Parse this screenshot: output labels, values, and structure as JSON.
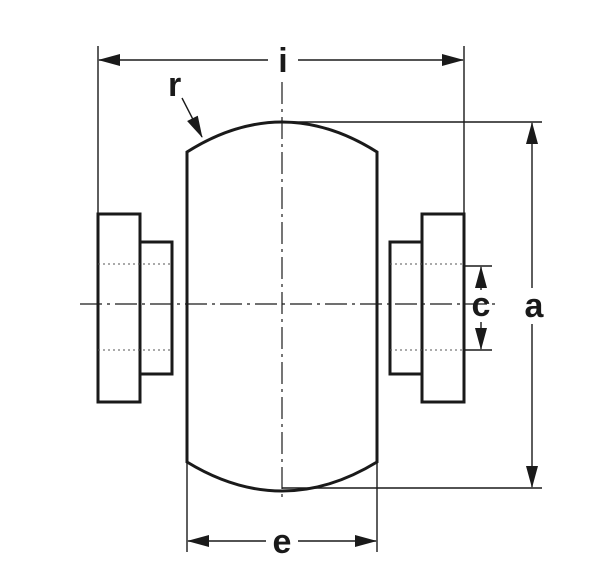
{
  "labels": {
    "i": "i",
    "r": "r",
    "a": "a",
    "c": "c",
    "e": "e"
  },
  "colors": {
    "line": "#1a1a1a",
    "background": "#ffffff"
  }
}
